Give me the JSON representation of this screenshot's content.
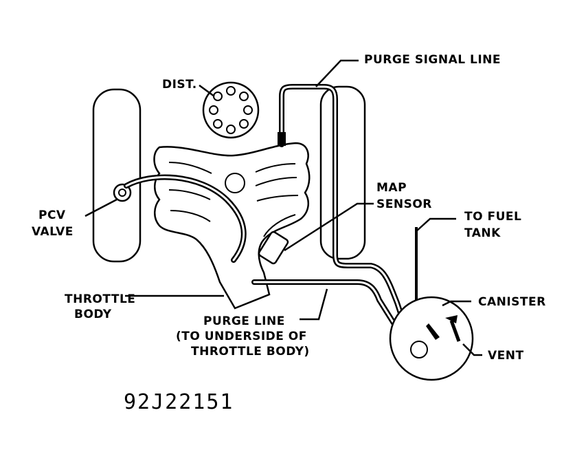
{
  "labels": {
    "dist": "DIST.",
    "purge_signal_line": "PURGE SIGNAL LINE",
    "map_sensor_1": "MAP",
    "map_sensor_2": "SENSOR",
    "to_fuel_tank_1": "TO FUEL",
    "to_fuel_tank_2": "TANK",
    "pcv_valve_1": "PCV",
    "pcv_valve_2": "VALVE",
    "canister": "CANISTER",
    "throttle_body_1": "THROTTLE",
    "throttle_body_2": "BODY",
    "purge_line_1": "PURGE LINE",
    "purge_line_2": "(TO UNDERSIDE OF",
    "purge_line_3": "THROTTLE BODY)",
    "vent": "VENT",
    "figure_id": "92J22151"
  }
}
